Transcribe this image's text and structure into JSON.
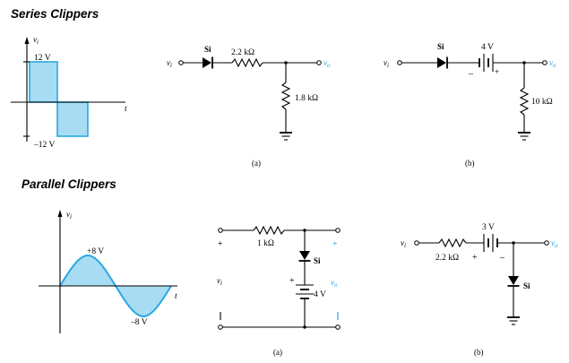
{
  "titles": {
    "series": "Series Clippers",
    "parallel": "Parallel Clippers"
  },
  "labels": {
    "vi": "v",
    "vi_sub": "i",
    "vo": "v",
    "vo_sub": "o",
    "t": "t",
    "si": "Si",
    "plus": "+",
    "minus": "–"
  },
  "series": {
    "waveform": {
      "pos_amp": "12 V",
      "neg_amp": "–12 V"
    },
    "circuit_a": {
      "resistor": "2.2 kΩ",
      "load": "1.8 kΩ",
      "caption": "(a)"
    },
    "circuit_b": {
      "battery": "4 V",
      "load": "10 kΩ",
      "caption": "(b)"
    }
  },
  "parallel": {
    "waveform": {
      "pos_amp": "+8 V",
      "neg_amp": "–8 V"
    },
    "circuit_a": {
      "resistor": "1 kΩ",
      "battery": "4 V",
      "caption": "(a)"
    },
    "circuit_b": {
      "battery": "3 V",
      "resistor": "2.2 kΩ",
      "caption": "(b)"
    }
  },
  "colors": {
    "signal": "#29a7e1",
    "fill": "#a8dcf3",
    "ink": "#000000"
  }
}
